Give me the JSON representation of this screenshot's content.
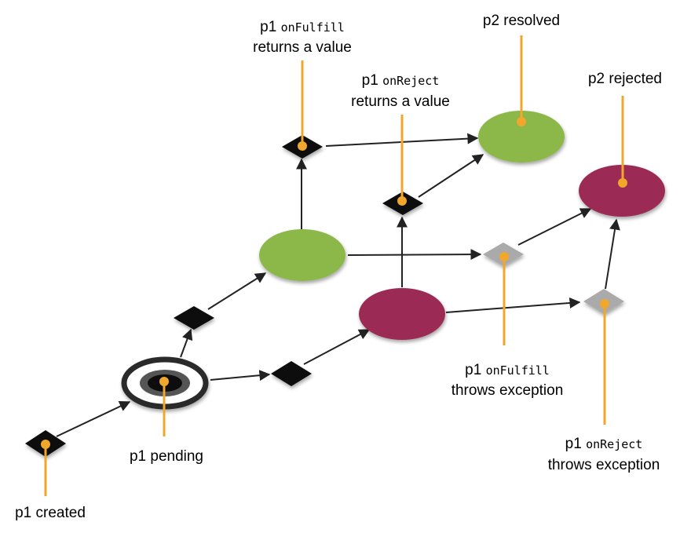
{
  "labels": {
    "p1_created": "p1 created",
    "p1_pending": "p1 pending",
    "p1_onfulfill_value": {
      "prefix": "p1 ",
      "code": "onFulfill",
      "line2": "returns a value"
    },
    "p1_onreject_value": {
      "prefix": "p1 ",
      "code": "onReject",
      "line2": "returns a value"
    },
    "p2_resolved": "p2 resolved",
    "p2_rejected": "p2 rejected",
    "p1_onfulfill_throws": {
      "prefix": "p1 ",
      "code": "onFulfill",
      "line2": "throws exception"
    },
    "p1_onreject_throws": {
      "prefix": "p1 ",
      "code": "onReject",
      "line2": "throws exception"
    }
  },
  "colors": {
    "resolved": "#8cb84a",
    "rejected": "#9b2c55",
    "pending_ring": "#2b2b2b",
    "decision_black": "#111111",
    "decision_gray": "#aaaaaa",
    "callout": "#f0a72b",
    "edge": "#222222"
  }
}
